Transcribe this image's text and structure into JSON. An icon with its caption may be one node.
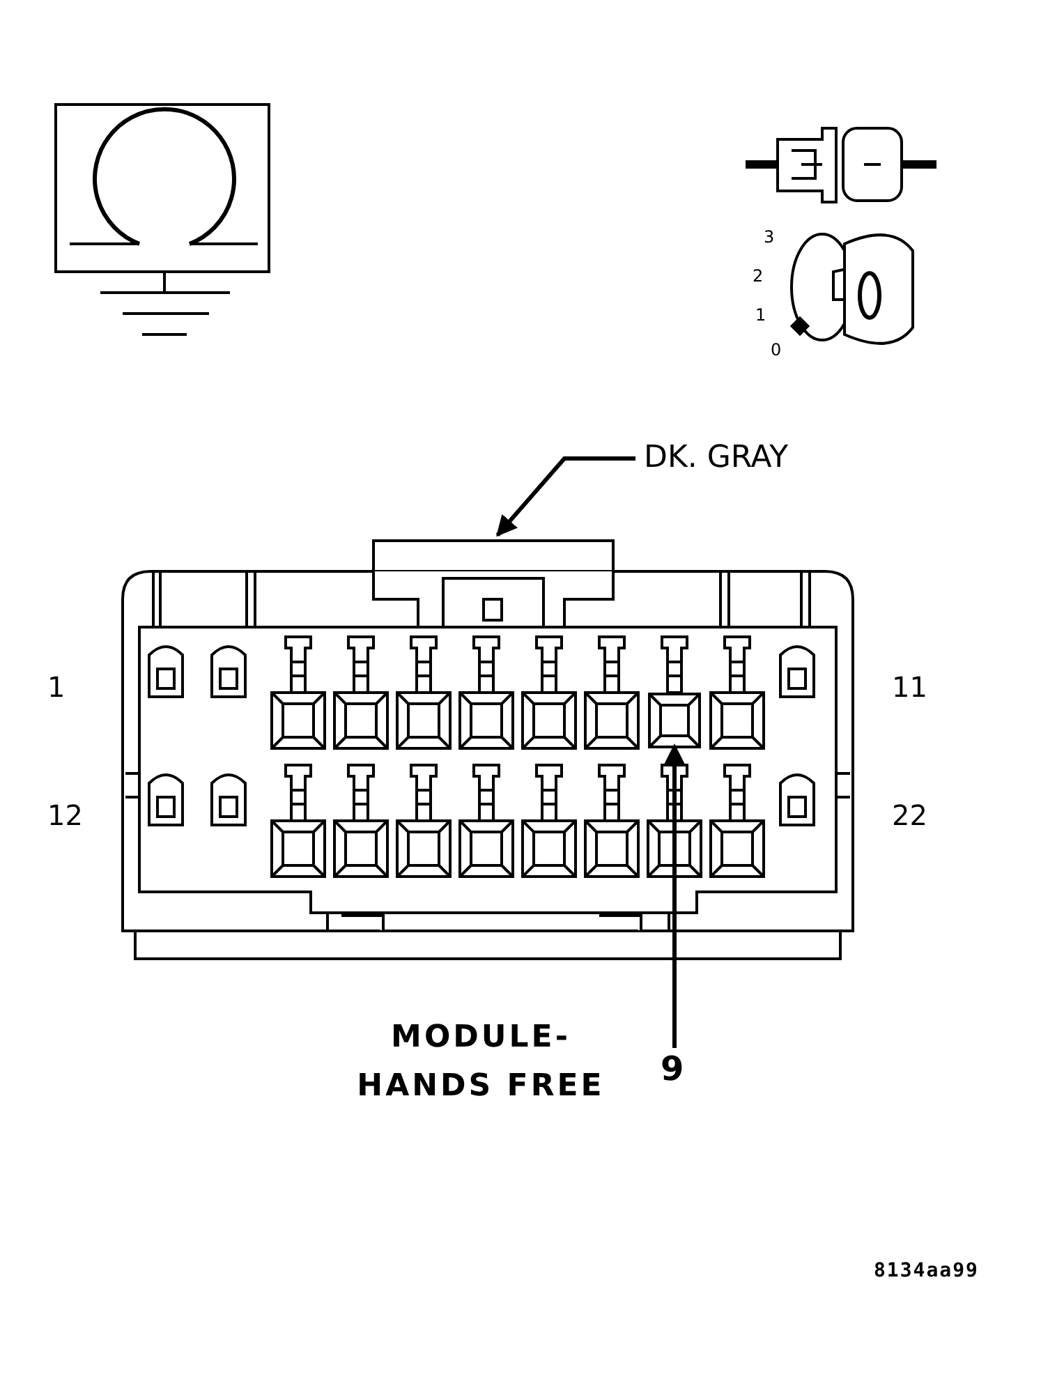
{
  "diagram": {
    "nodes": [
      {
        "text": [
          "DK. GRAY"
        ]
      },
      {
        "text": [],
        "shape": "box"
      },
      {
        "text": [],
        "shape": "box",
        "in": 1
      },
      {
        "text": [
          "9"
        ]
      }
    ],
    "edges": [
      {
        "from": 0,
        "to": 1,
        "arrow": "to"
      },
      {
        "from": 3,
        "to": 2,
        "arrow": "to"
      }
    ],
    "labels": [
      "3",
      "2",
      "1",
      "0",
      "1",
      "11",
      "12",
      "22",
      "MODULE- HANDS FREE",
      "8134aa99"
    ]
  }
}
